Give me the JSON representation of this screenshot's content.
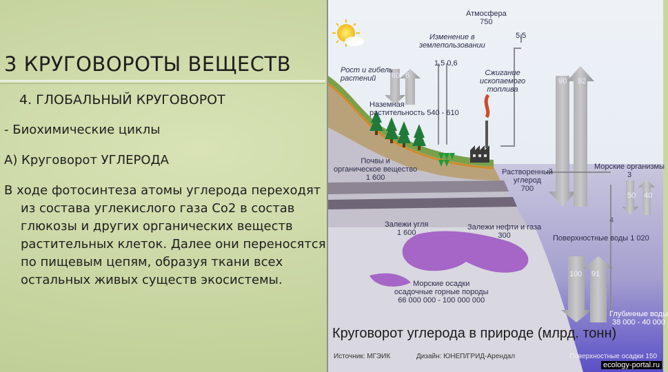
{
  "slide": {
    "title": "3  КРУГОВОРОТЫ ВЕЩЕСТВ",
    "subtitle": "4. ГЛОБАЛЬНЫЙ КРУГОВОРОТ",
    "bullet": "- Биохимические циклы",
    "item": "А) Круговорот УГЛЕРОДА",
    "paragraph": "В ходе фотосинтеза атомы углерода переходят из состава углекислого газа Со2 в состав глюкозы и других органических веществ растительных клеток. Далее они переносятся по пищевым цепям, образуя ткани всех остальных живых существ экосистемы."
  },
  "diagram": {
    "atmosphere": "Атмосфера\n750",
    "flux_55": "5,5",
    "land_use": "Изменение в\nземлепользовании",
    "land_use_values": "1,5  0,6",
    "growth_death": "Рост и гибель\nрастений",
    "vals_60_6": [
      "60",
      "6"
    ],
    "fossil": "Сжигание\nископаемого\nтоплива",
    "vals_90_92": [
      "90",
      "92"
    ],
    "vegetation": "Наземная\nрастительность 540 - 610",
    "soil": "Почвы и\nорганическое вещество\n1 600",
    "dissolved": "Растворенный\nуглерод\n700",
    "marine_org": "Морские организмы\n3",
    "vals_50_40": [
      "50",
      "40"
    ],
    "val_4": "4",
    "coal": "Залежи угля\n1 600",
    "oil_gas": "Залежи нефти и газа\n300",
    "surface_water": "Поверхностные воды 1 020",
    "vals_100_91": [
      "100",
      "91"
    ],
    "sediments": "Морские осадки\nосадочные горные породы\n66 000 000 - 100 000 000",
    "deep_water": "Глубинные воды\n38 000 - 40 000",
    "caption": "Круговорот углерода в природе (млрд. тонн)",
    "source": "Источник: МГЭИК",
    "design": "Дизайн: ЮНЕП/ГРИД-Арендал",
    "surface_sediment": "Поверхностные осадки 150",
    "watermark": "ecology-portal.ru"
  }
}
